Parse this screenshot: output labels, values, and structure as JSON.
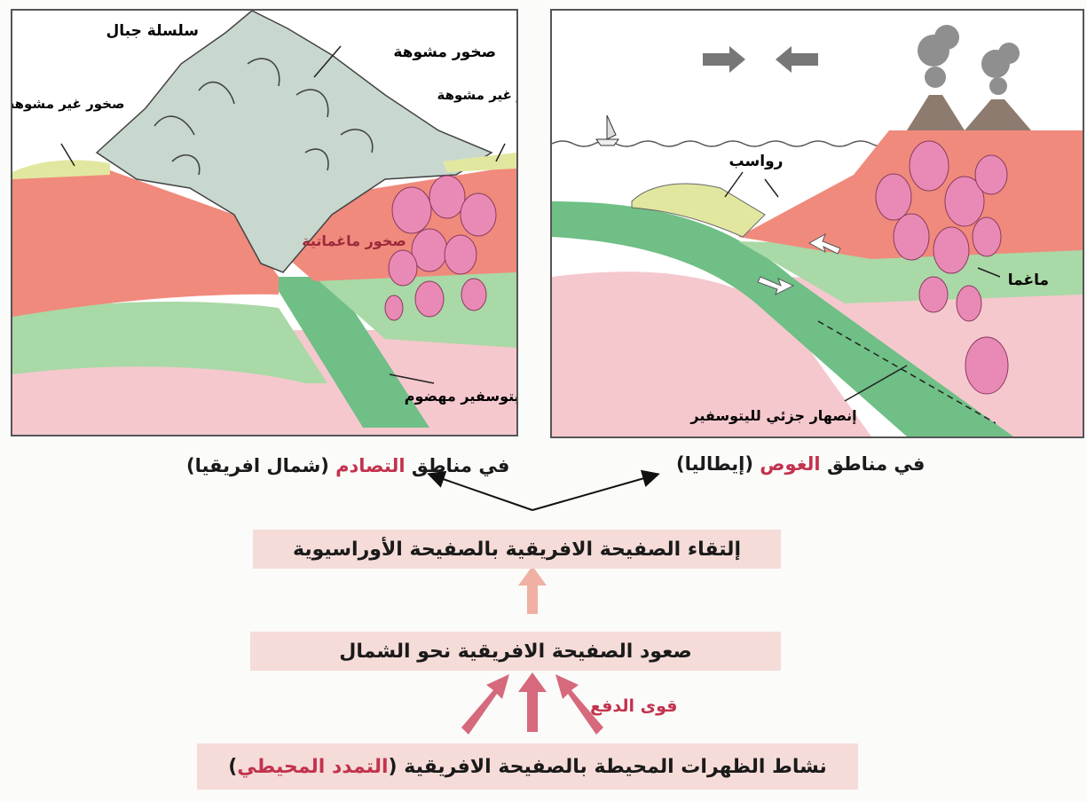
{
  "collision_panel": {
    "mountain_label": "سلسلة جبال",
    "deformed_rocks_label": "صخور مشوهة",
    "undeformed_left_label": "صخور غير مشوهة",
    "undeformed_right_label": "صخور غير مشوهة",
    "magmatic_rocks_label": "صخور ماغماتية",
    "subducted_lithosphere_label": "ليتوسفير مهضوم"
  },
  "subduction_panel": {
    "sediments_label": "رواسب",
    "magma_label": "ماغما",
    "partial_melting_label": "إنصهار جزئي لليتوسفير"
  },
  "captions": {
    "collision_prefix": "في مناطق ",
    "collision_highlight": "التصادم",
    "collision_suffix": " (شمال افريقيا)",
    "subduction_prefix": "في مناطق ",
    "subduction_highlight": "الغوص",
    "subduction_suffix": " (إيطاليا)"
  },
  "flow": {
    "box_top": "إلتقاء الصفيحة الافريقية بالصفيحة الأوراسيوية",
    "box_middle": "صعود الصفيحة الافريقية نحو الشمال",
    "push_forces": "قوى الدفع",
    "bottom_text": "نشاط الظهرات المحيطة بالصفيحة الافريقية",
    "bottom_highlight": "التمدد المحيطي"
  },
  "colors": {
    "crust_red": "#f08a7c",
    "mantle_pink": "#f5c8ce",
    "lithosphere_green": "#a9d9a6",
    "subducting_green": "#6fbf86",
    "magma_pink": "#e98ab6",
    "mountain_grey": "#c9d8cf",
    "sediment_yellow": "#e2e7a0",
    "accent_red": "#c2334e",
    "arrow_pink": "#d6697c"
  }
}
